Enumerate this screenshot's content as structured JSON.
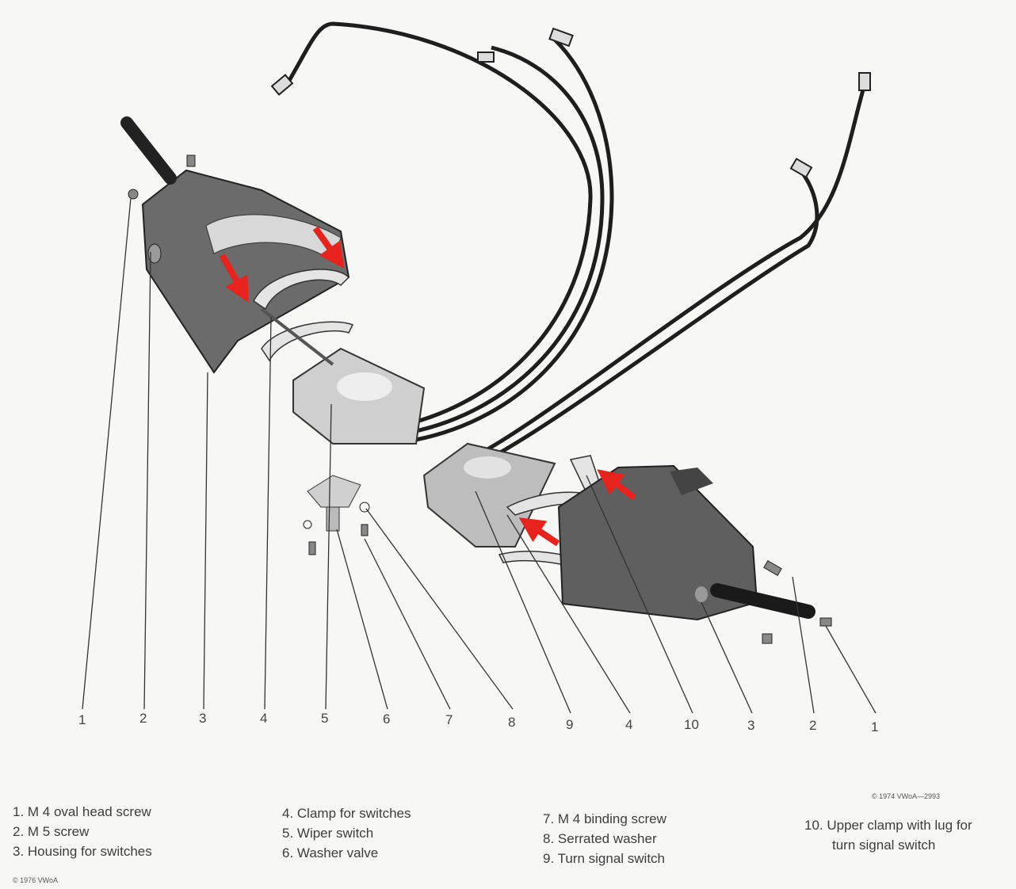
{
  "callouts": [
    "1",
    "2",
    "3",
    "4",
    "5",
    "6",
    "7",
    "8",
    "9",
    "4",
    "10",
    "3",
    "2",
    "1"
  ],
  "legend": {
    "col1": [
      "1. M 4 oval head screw",
      "2. M 5 screw",
      "3. Housing for switches"
    ],
    "col2": [
      "4. Clamp for switches",
      "5. Wiper switch",
      "6. Washer valve"
    ],
    "col3": [
      "7. M 4 binding screw",
      "8. Serrated washer",
      "9. Turn signal switch"
    ],
    "col4": [
      "10. Upper clamp with lug for",
      "turn signal switch"
    ]
  },
  "copyright_top": "© 1974 VWoA—2993",
  "copyright_bottom": "© 1976 VWoA",
  "colors": {
    "arrow": "#e8221c",
    "ink": "#333333",
    "paper": "#f7f7f5"
  }
}
